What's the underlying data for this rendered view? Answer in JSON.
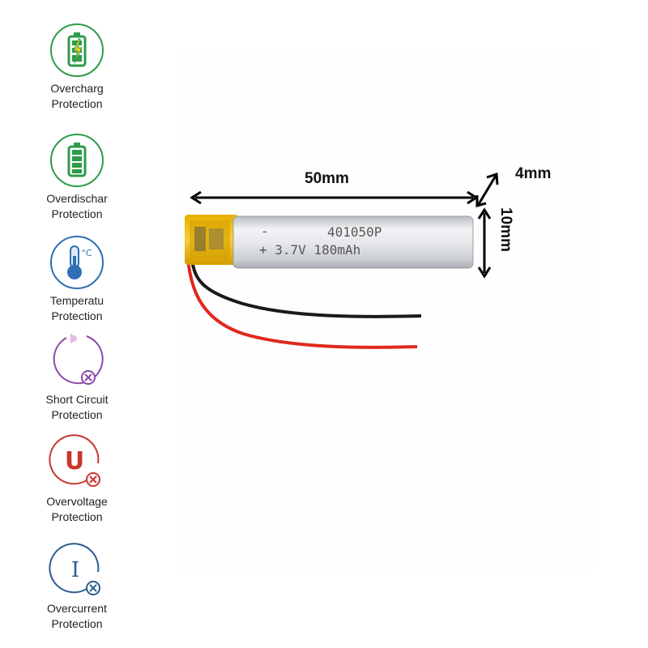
{
  "features": [
    {
      "label_line1": "Overcharg",
      "label_line2": "Protection",
      "icon": "battery-charging-icon",
      "color": "#2e9b4a"
    },
    {
      "label_line1": "Overdischar",
      "label_line2": "Protection",
      "icon": "battery-full-icon",
      "color": "#2e9b4a"
    },
    {
      "label_line1": "Temperatu",
      "label_line2": "Protection",
      "icon": "thermometer-icon",
      "color": "#2f6fb5"
    },
    {
      "label_line1": "Short Circuit",
      "label_line2": "Protection",
      "icon": "short-circuit-icon",
      "color": "#8b4aa8"
    },
    {
      "label_line1": "Overvoltage",
      "label_line2": "Protection",
      "icon": "voltage-icon",
      "color": "#c8372f"
    },
    {
      "label_line1": "Overcurrent",
      "label_line2": "Protection",
      "icon": "current-icon",
      "color": "#2c5e8f"
    }
  ],
  "temperature_icon_unit": "°C",
  "voltage_icon_letter": "U",
  "current_icon_letter": "I",
  "dimensions": {
    "length": "50mm",
    "thickness": "4mm",
    "width": "10mm"
  },
  "battery": {
    "model": "401050P",
    "spec": "+ 3.7V 180mAh",
    "minus": "-"
  }
}
